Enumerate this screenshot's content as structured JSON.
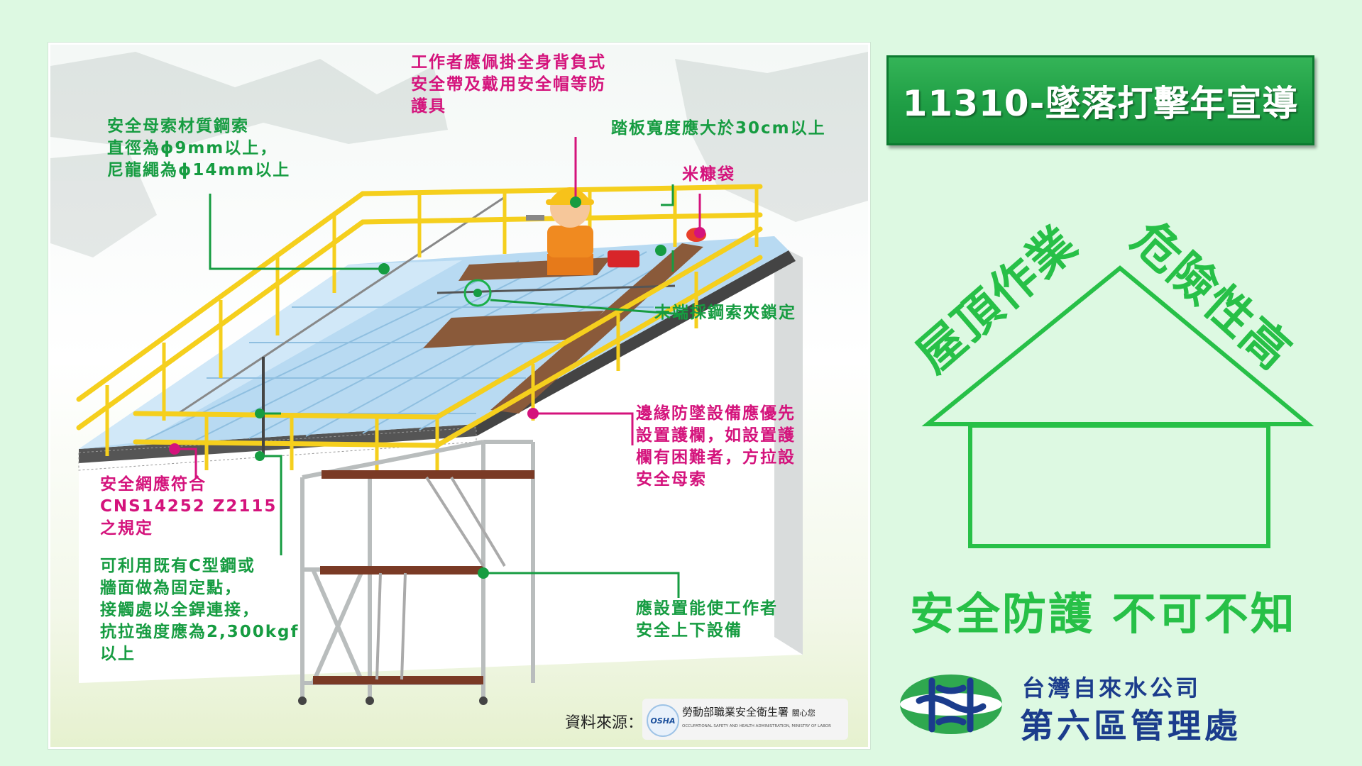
{
  "illustration": {
    "annotations": {
      "worker_ppe": "工作者應佩掛全身背負式\n安全帶及戴用安全帽等防\n護具",
      "lifeline_material": "安全母索材質鋼索\n直徑為ϕ9mm以上，\n尼龍繩為ϕ14mm以上",
      "plank_width": "踏板寬度應大於30cm以上",
      "rice_bag": "米糠袋",
      "wire_clamp": "末端採鋼索夾鎖定",
      "edge_protection": "邊緣防墜設備應優先\n設置護欄，如設置護\n欄有困難者，方拉設\n安全母索",
      "safety_net": "安全網應符合\nCNS14252 Z2115\n之規定",
      "anchor_point": "可利用既有C型鋼或\n牆面做為固定點，\n接觸處以全銲連接，\n抗拉強度應為2,300kgf\n以上",
      "access_equipment": "應設置能使工作者\n安全上下設備"
    },
    "source_label": "資料來源：",
    "source_org": "勞動部職業安全衛生署",
    "source_care": "關心您",
    "source_logo_text": "OSHA",
    "source_org_en": "OCCUPATIONAL SAFETY AND HEALTH ADMINISTRATION, MINISTRY OF LABOR",
    "colors": {
      "railing": "#f5cf1d",
      "annotation_green": "#169c41",
      "annotation_magenta": "#d4137c",
      "roof": "#b8daf2"
    }
  },
  "title": "11310-墜落打擊年宣導",
  "slogans": {
    "left": "屋頂作業",
    "right": "危險性高",
    "bottom": "安全防護 不可不知"
  },
  "house_icon_color": "#27c047",
  "organization": {
    "parent": "台灣自來水公司",
    "name": "第六區管理處",
    "color": "#1b3c8c"
  }
}
